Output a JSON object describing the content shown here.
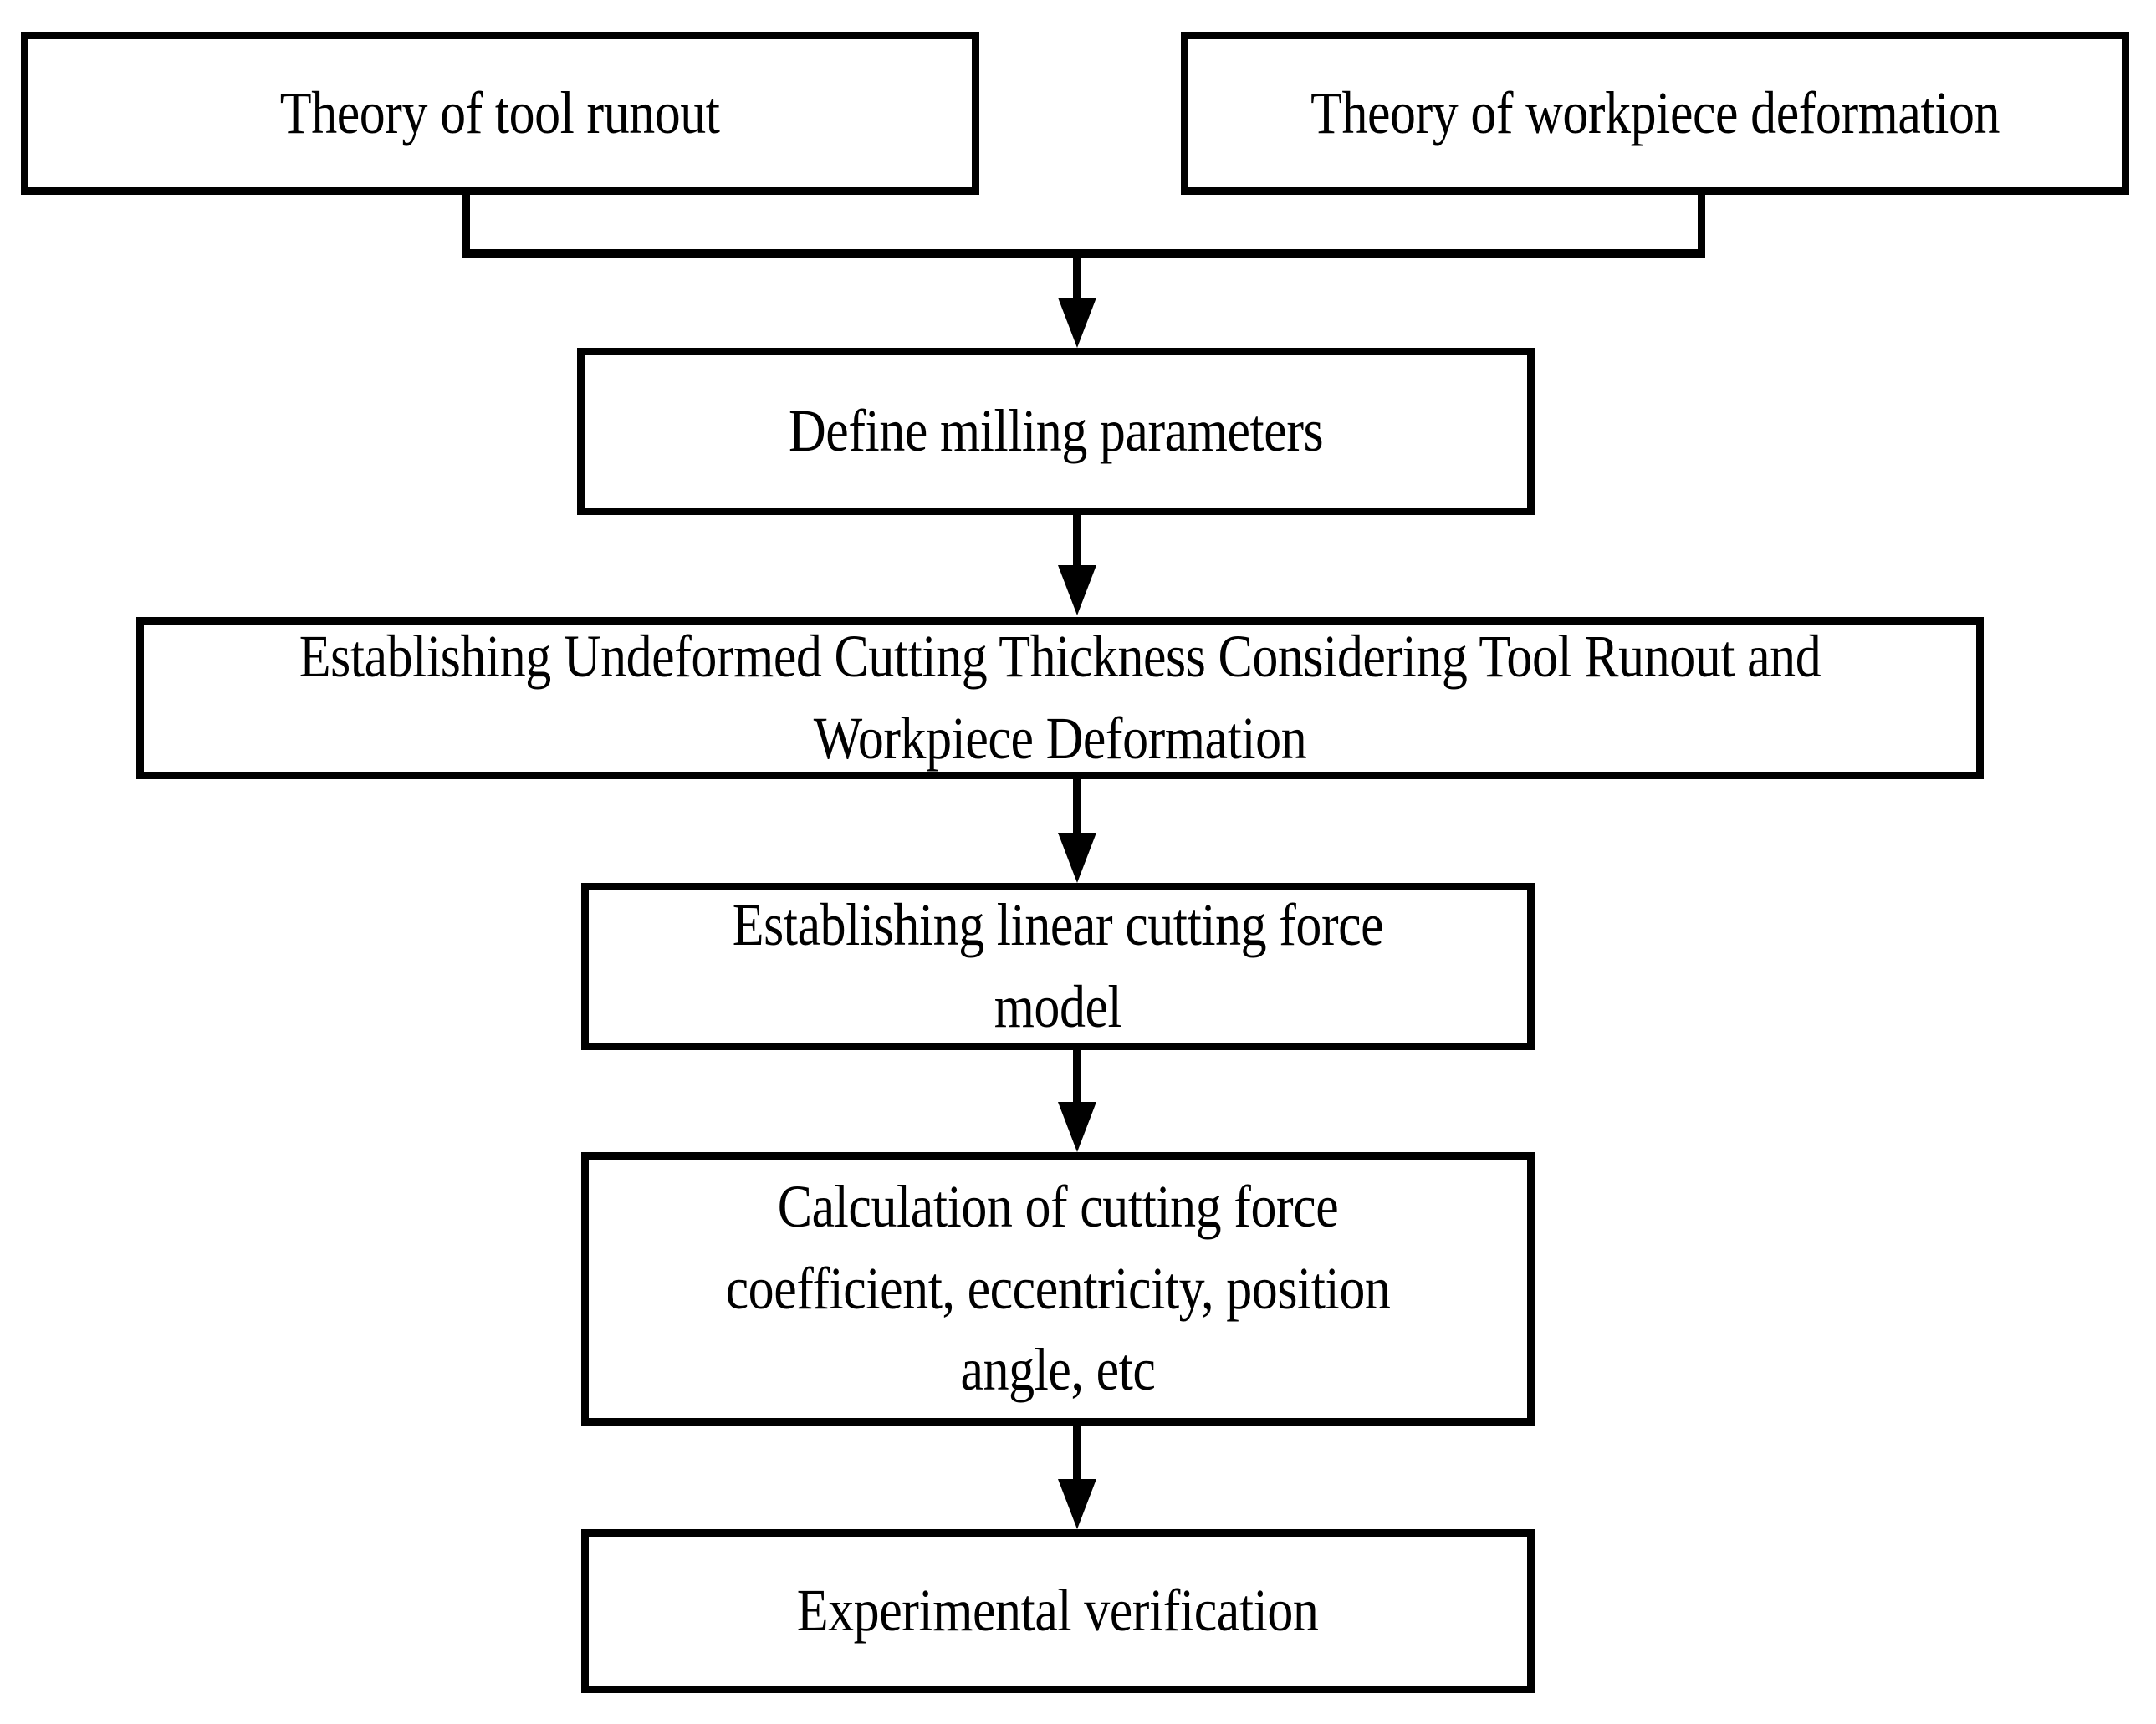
{
  "diagram": {
    "type": "flowchart",
    "orientation": "top-to-bottom",
    "background_color": "#ffffff",
    "line_color": "#000000",
    "text_color": "#000000",
    "nodes": [
      {
        "id": "n1",
        "label": "Theory of tool runout"
      },
      {
        "id": "n2",
        "label": "Theory of workpiece deformation"
      },
      {
        "id": "n3",
        "label": "Define milling parameters"
      },
      {
        "id": "n4",
        "label": "Establishing Undeformed Cutting Thickness Considering Tool Runout and Workpiece Deformation"
      },
      {
        "id": "n5",
        "label": "Establishing linear cutting force model"
      },
      {
        "id": "n6",
        "label": "Calculation of cutting force coefficient, eccentricity, position angle, etc"
      },
      {
        "id": "n7",
        "label": "Experimental verification"
      }
    ],
    "edges": [
      {
        "from": "n1",
        "to": "n3",
        "style": "elbow-merge-arrow"
      },
      {
        "from": "n2",
        "to": "n3",
        "style": "elbow-merge-arrow"
      },
      {
        "from": "n3",
        "to": "n4",
        "style": "straight-arrow"
      },
      {
        "from": "n4",
        "to": "n5",
        "style": "straight-arrow"
      },
      {
        "from": "n5",
        "to": "n6",
        "style": "straight-arrow"
      },
      {
        "from": "n6",
        "to": "n7",
        "style": "straight-arrow"
      }
    ]
  }
}
